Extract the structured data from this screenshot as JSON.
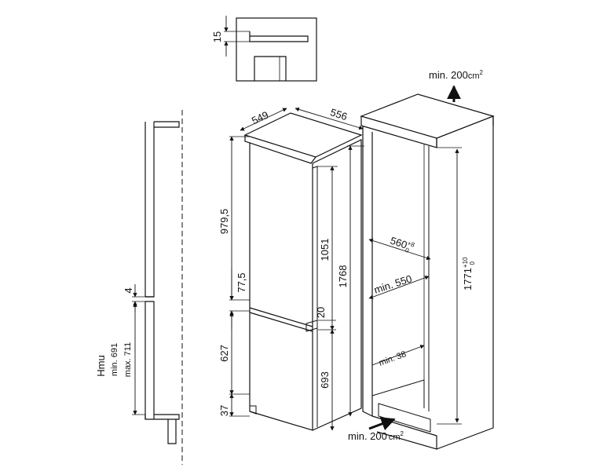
{
  "detail": {
    "gap_label": "15"
  },
  "side_view": {
    "top_gap_label": "4",
    "hmu_label": "Hmu",
    "min_label": "min. 691",
    "max_label": "max. 711"
  },
  "appliance": {
    "depth_label": "549",
    "width_label": "556",
    "upper_height_label": "979,5",
    "door_height_label": "1051",
    "total_height_label": "1768",
    "mid_gap_label": "77,5",
    "lower_height_label": "627",
    "lower_door_label": "693",
    "base_label": "37",
    "hinge_gap_label": "20"
  },
  "niche": {
    "top_vent_label": "min. 200",
    "top_vent_unit": "cm",
    "top_vent_exp": "2",
    "width_label": "560",
    "width_tol_upper": "+8",
    "width_tol_lower": "0",
    "min_width_label": "min. 550",
    "height_label": "1771",
    "height_tol_upper": "+10",
    "height_tol_lower": "0",
    "min_depth_label": "min. 38",
    "bottom_vent_label": "min. 200",
    "bottom_vent_unit": "cm",
    "bottom_vent_exp": "2"
  }
}
